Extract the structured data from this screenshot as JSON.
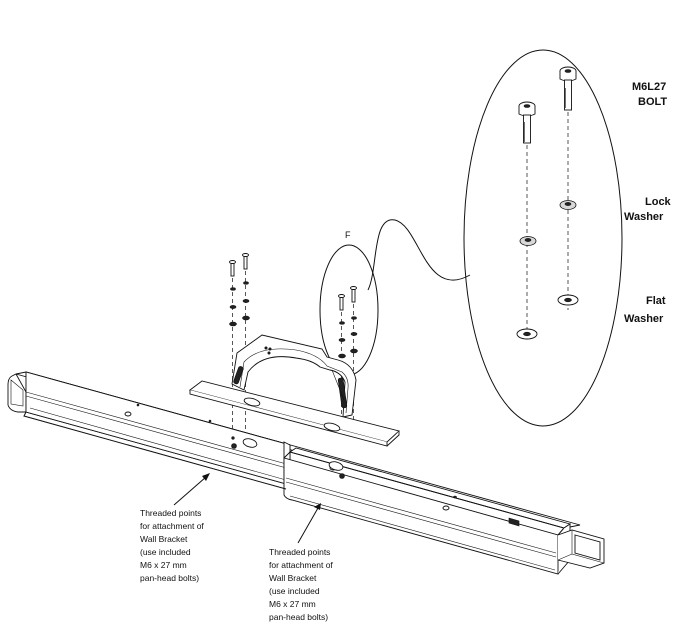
{
  "detail": {
    "letter": "F",
    "bolt_label_line1": "M6L27",
    "bolt_label_line2": "BOLT",
    "lock_label_line1": "Lock",
    "lock_label_line2": "Washer",
    "flat_label_line1": "Flat",
    "flat_label_line2": "Washer"
  },
  "callout_left": {
    "lines": [
      "Threaded points",
      "for attachment of",
      "Wall Bracket",
      "(use included",
      "M6 x 27 mm",
      "pan-head bolts)"
    ]
  },
  "callout_right": {
    "lines": [
      "Threaded points",
      "for attachment of",
      "Wall Bracket",
      "(use included",
      "M6 x 27 mm",
      "pan-head bolts)"
    ]
  }
}
